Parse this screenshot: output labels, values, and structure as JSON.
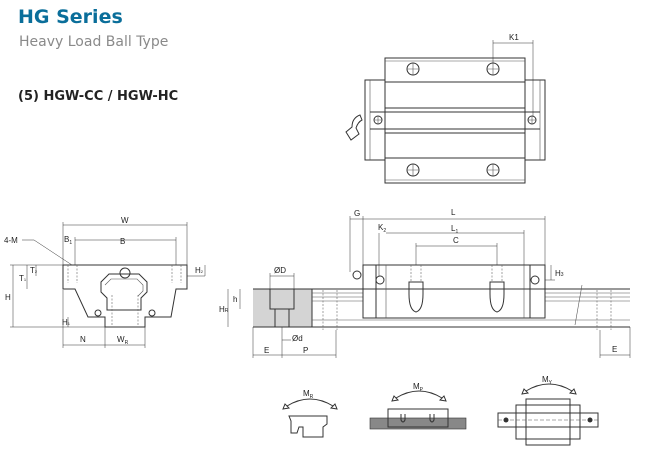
{
  "header": {
    "title": "HG Series",
    "subtitle": "Heavy Load Ball Type",
    "model": "(5) HGW-CC / HGW-HC"
  },
  "top_view": {
    "k1": "K1"
  },
  "front_view": {
    "w": "W",
    "m": "4-M",
    "b1": {
      "main": "B",
      "sub": "1"
    },
    "b": "B",
    "t1": {
      "main": "T",
      "sub": "1"
    },
    "t2": {
      "main": "T",
      "sub": "2"
    },
    "h": "H",
    "h2": {
      "main": "H",
      "sub": "2"
    },
    "h1": {
      "main": "H",
      "sub": "1"
    },
    "n": "N",
    "wr": {
      "main": "W",
      "sub": "R"
    }
  },
  "side_view": {
    "g": "G",
    "l": "L",
    "k2": {
      "main": "K",
      "sub": "2"
    },
    "l1": {
      "main": "L",
      "sub": "1"
    },
    "c": "C",
    "h3": {
      "main": "H",
      "sub": "3"
    },
    "od": "ØD",
    "hr": {
      "main": "H",
      "sub": "R"
    },
    "hs": "h",
    "d": "Ød",
    "e": "E",
    "p": "P",
    "e2": "E"
  },
  "moments": {
    "mr": {
      "main": "M",
      "sub": "R"
    },
    "mp": {
      "main": "M",
      "sub": "P"
    },
    "my": {
      "main": "M",
      "sub": "Y"
    }
  },
  "colors": {
    "title": "#0a6e9a",
    "subtitle": "#8a8a8a",
    "section": "#d4d4d4"
  }
}
